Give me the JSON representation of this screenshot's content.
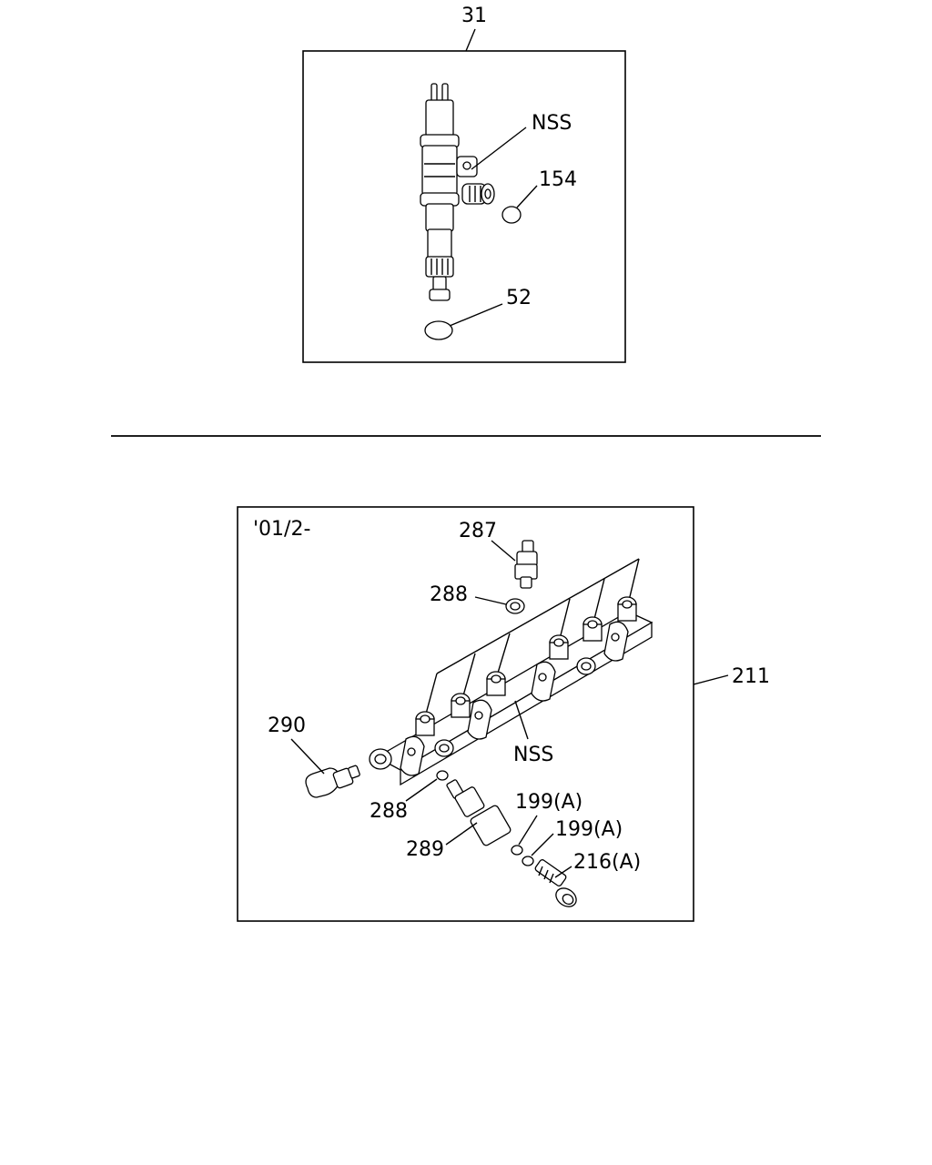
{
  "top_view": {
    "callout_assembly": "31",
    "callout_nss": "NSS",
    "callout_154": "154",
    "callout_52": "52"
  },
  "bottom_view": {
    "date_note": "'01/2-",
    "callout_287": "287",
    "callout_288_top": "288",
    "callout_211": "211",
    "callout_290": "290",
    "callout_nss": "NSS",
    "callout_288_bottom": "288",
    "callout_289": "289",
    "callout_199a_1": "199(A)",
    "callout_199a_2": "199(A)",
    "callout_216a": "216(A)"
  }
}
